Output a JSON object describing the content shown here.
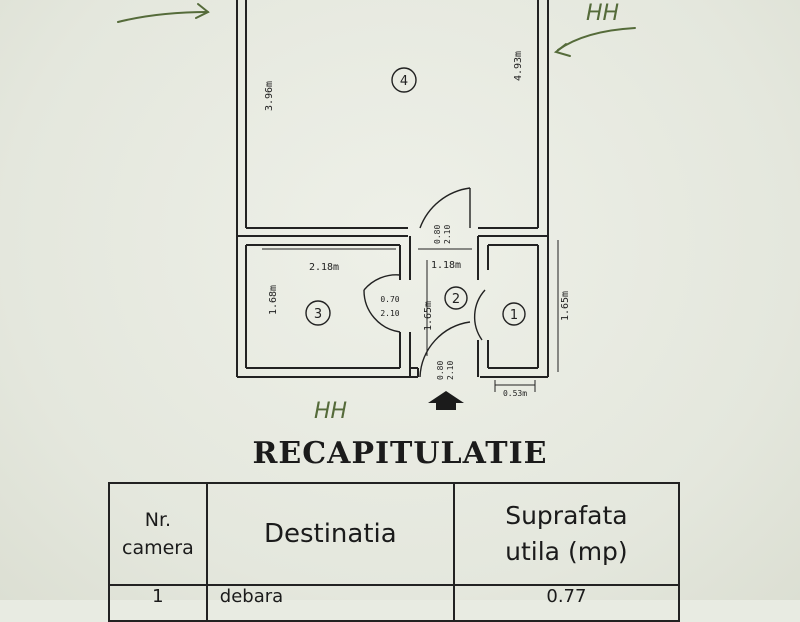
{
  "plan": {
    "rooms": [
      {
        "number": "1"
      },
      {
        "number": "2"
      },
      {
        "number": "3"
      },
      {
        "number": "4"
      }
    ],
    "dimensions": {
      "room4_height_left": "3.96m",
      "room4_height_right": "4.93m",
      "room3_width": "2.18m",
      "room3_height": "1.68m",
      "room2_width": "1.18m",
      "room2_height": "1.65m",
      "room1_height": "1.65m",
      "bottom_right": "0.53m",
      "door_4_width": "0.80",
      "door_4_height": "2.10",
      "door_3_width": "0.70",
      "door_3_height": "2.10",
      "door_entry_width": "0.80",
      "door_entry_height": "2.10"
    },
    "handwriting": {
      "mark_top_right": "HH",
      "mark_bottom": "HH"
    }
  },
  "recap": {
    "title": "RECAPITULATIE",
    "headers": {
      "nr_line1": "Nr.",
      "nr_line2": "camera",
      "destination": "Destinatia",
      "surface_line1": "Suprafata",
      "surface_line2": "utila (mp)"
    },
    "rows": [
      {
        "nr": "1",
        "destination": "debara",
        "surface": "0.77"
      }
    ]
  }
}
